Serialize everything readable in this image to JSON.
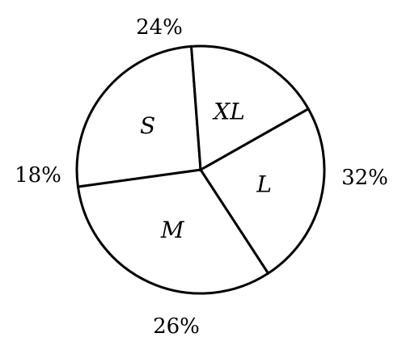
{
  "chart_data": {
    "type": "pie",
    "categories": [
      "L",
      "M",
      "S",
      "XL"
    ],
    "values": [
      24,
      32,
      26,
      18
    ],
    "value_labels": [
      "24%",
      "32%",
      "26%",
      "18%"
    ],
    "title": "",
    "colors": {
      "fill": "#ffffff",
      "stroke": "#000000"
    }
  }
}
